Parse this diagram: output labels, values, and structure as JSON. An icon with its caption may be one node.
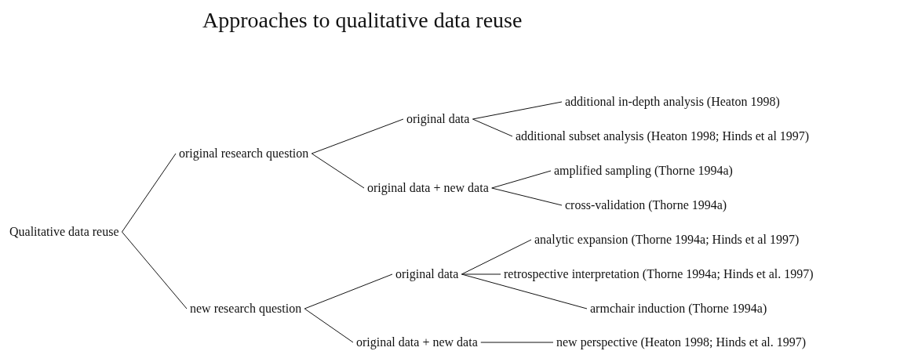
{
  "diagram": {
    "title": "Approaches to qualitative data reuse",
    "nodes": [
      {
        "text": [
          "Qualitative data reuse"
        ]
      },
      {
        "text": [
          "original research question"
        ]
      },
      {
        "text": [
          "new research question"
        ]
      },
      {
        "text": [
          "original data"
        ]
      },
      {
        "text": [
          "original data + new data"
        ]
      },
      {
        "text": [
          "additional in-depth analysis (Heaton 1998)"
        ]
      },
      {
        "text": [
          "additional subset analysis (Heaton 1998; Hinds et al 1997)"
        ]
      },
      {
        "text": [
          "amplified sampling (Thorne 1994a)"
        ]
      },
      {
        "text": [
          "cross-validation (Thorne 1994a)"
        ]
      },
      {
        "text": [
          "original data"
        ]
      },
      {
        "text": [
          "original data + new data"
        ]
      },
      {
        "text": [
          "analytic expansion (Thorne 1994a; Hinds et al 1997)"
        ]
      },
      {
        "text": [
          "retrospective interpretation (Thorne 1994a; Hinds et al. 1997)"
        ]
      },
      {
        "text": [
          "armchair induction (Thorne 1994a)"
        ]
      },
      {
        "text": [
          "new perspective (Heaton 1998; Hinds et al. 1997)"
        ]
      }
    ],
    "edges": [
      {
        "from": 0,
        "to": 1,
        "arrow": "none"
      },
      {
        "from": 0,
        "to": 2,
        "arrow": "none"
      },
      {
        "from": 1,
        "to": 3,
        "arrow": "none"
      },
      {
        "from": 1,
        "to": 4,
        "arrow": "none"
      },
      {
        "from": 3,
        "to": 5,
        "arrow": "none"
      },
      {
        "from": 3,
        "to": 6,
        "arrow": "none"
      },
      {
        "from": 4,
        "to": 7,
        "arrow": "none"
      },
      {
        "from": 4,
        "to": 8,
        "arrow": "none"
      },
      {
        "from": 2,
        "to": 9,
        "arrow": "none"
      },
      {
        "from": 2,
        "to": 10,
        "arrow": "none"
      },
      {
        "from": 9,
        "to": 11,
        "arrow": "none"
      },
      {
        "from": 9,
        "to": 12,
        "arrow": "none"
      },
      {
        "from": 9,
        "to": 13,
        "arrow": "none"
      },
      {
        "from": 10,
        "to": 14,
        "arrow": "none"
      }
    ]
  }
}
